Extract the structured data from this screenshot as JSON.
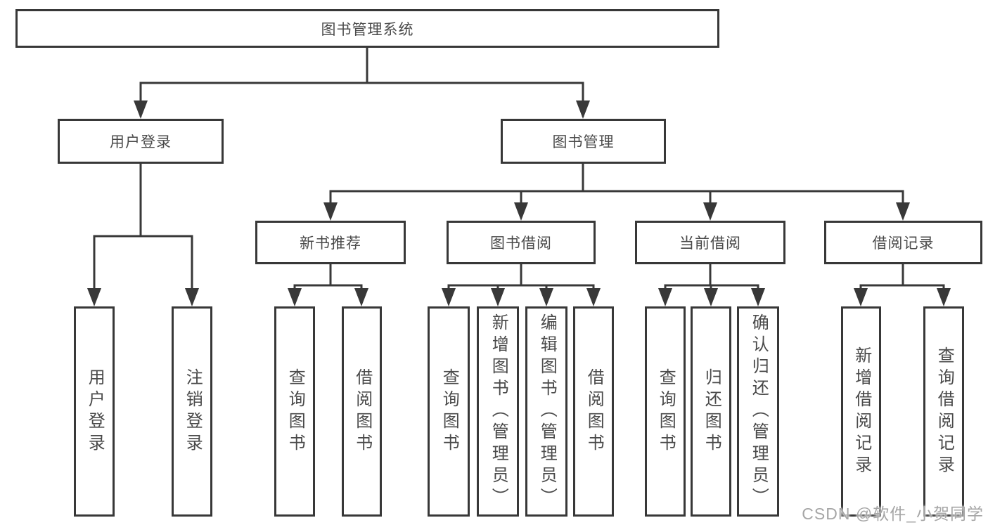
{
  "colors": {
    "line": "#383838",
    "box_border": "#383838",
    "text": "#4a4a4a",
    "watermark": "#a6a6a6",
    "background": "#ffffff"
  },
  "tree": {
    "root": "图书管理系统",
    "login": {
      "label": "用户登录",
      "children": [
        "用户登录",
        "注销登录"
      ]
    },
    "manage": {
      "label": "图书管理",
      "groups": [
        {
          "label": "新书推荐",
          "children": [
            "查询图书",
            "借阅图书"
          ]
        },
        {
          "label": "图书借阅",
          "children": [
            "查询图书",
            "新增图书（管理员）",
            "编辑图书（管理员）",
            "借阅图书"
          ]
        },
        {
          "label": "当前借阅",
          "children": [
            "查询图书",
            "归还图书",
            "确认归还（管理员）"
          ]
        },
        {
          "label": "借阅记录",
          "children": [
            "新增借阅记录",
            "查询借阅记录"
          ]
        }
      ]
    }
  },
  "watermark": {
    "text": "CSDN @软件_小贺同学"
  }
}
